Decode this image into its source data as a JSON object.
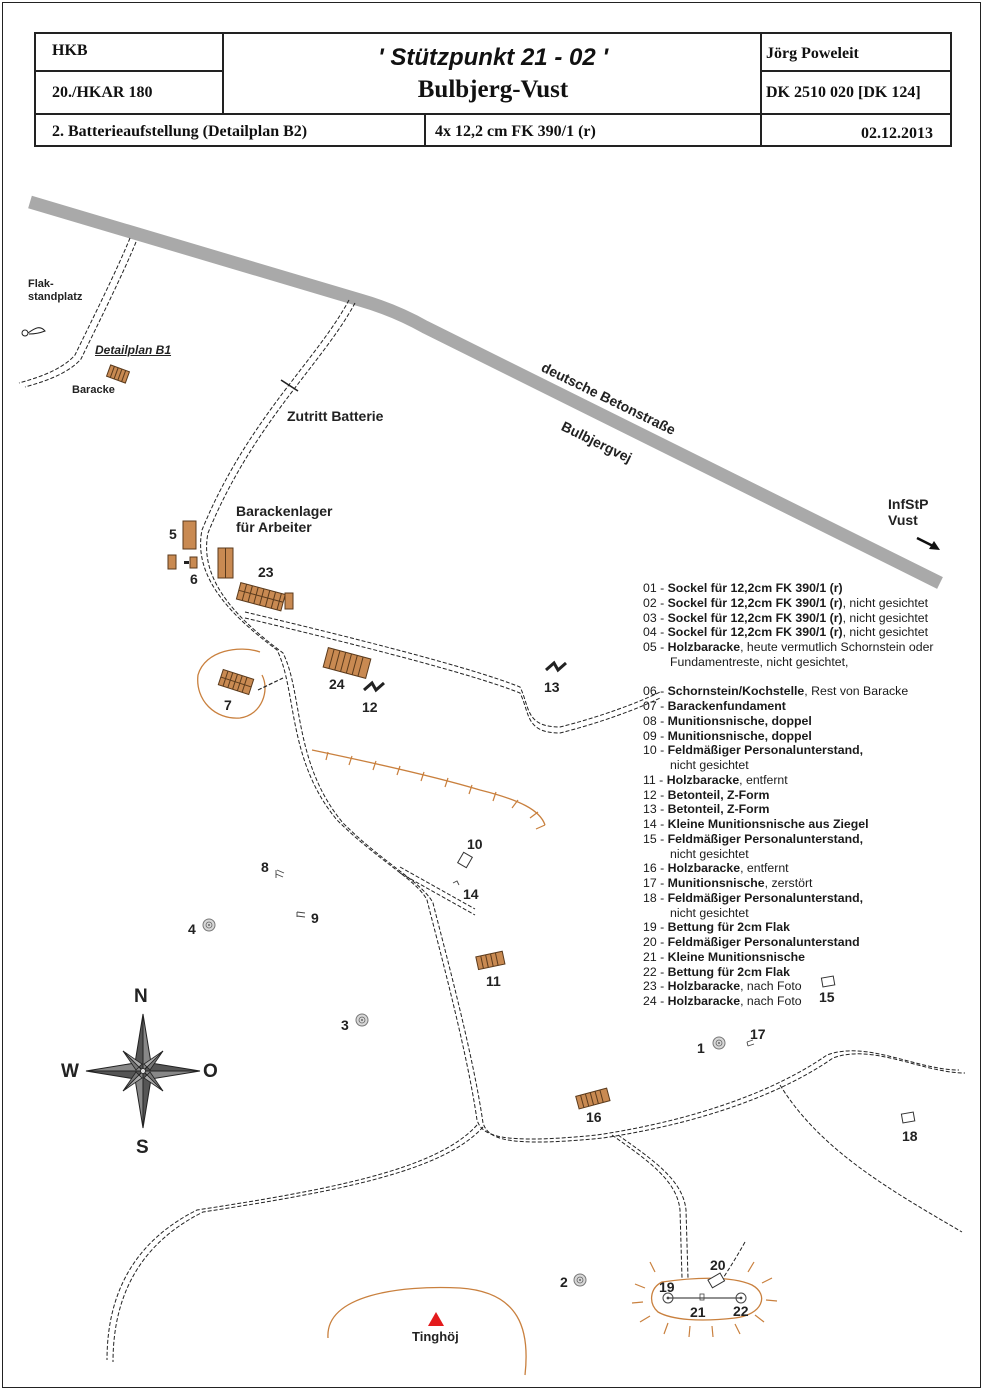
{
  "header": {
    "unit": "HKB",
    "regiment": "20./HKAR 180",
    "title": "' Stützpunkt 21 - 02 '",
    "location": "Bulbjerg-Vust",
    "author": "Jörg Poweleit",
    "reference": "DK 2510 020  [DK 124]",
    "section": "2. Batterieaufstellung (Detailplan B2)",
    "armament": "4x 12,2 cm FK 390/1 (r)",
    "date": "02.12.2013"
  },
  "map_labels": {
    "road_name_1": "deutsche Betonstraße",
    "road_name_2": "Bulbjergvej",
    "flak_line1": "Flak-",
    "flak_line2": "standplatz",
    "detail_b1": "Detailplan B1",
    "baracke": "Baracke",
    "access": "Zutritt Batterie",
    "camp_line1": "Barackenlager",
    "camp_line2": "für Arbeiter",
    "infstp_line1": "InfStP",
    "infstp_line2": "Vust",
    "hill": "Tinghöj"
  },
  "features": [
    {
      "n": "1"
    },
    {
      "n": "2"
    },
    {
      "n": "3"
    },
    {
      "n": "4"
    },
    {
      "n": "5"
    },
    {
      "n": "6"
    },
    {
      "n": "7"
    },
    {
      "n": "8"
    },
    {
      "n": "9"
    },
    {
      "n": "10"
    },
    {
      "n": "11"
    },
    {
      "n": "12"
    },
    {
      "n": "13"
    },
    {
      "n": "14"
    },
    {
      "n": "15"
    },
    {
      "n": "16"
    },
    {
      "n": "17"
    },
    {
      "n": "18"
    },
    {
      "n": "19"
    },
    {
      "n": "20"
    },
    {
      "n": "21"
    },
    {
      "n": "22"
    },
    {
      "n": "23"
    },
    {
      "n": "24"
    }
  ],
  "compass": {
    "n": "N",
    "s": "S",
    "w": "W",
    "o": "O"
  },
  "legend": [
    {
      "code": "01 - ",
      "bold": "Sockel für 12,2cm FK 390/1 (r)",
      "rest": ""
    },
    {
      "code": "02 - ",
      "bold": "Sockel für 12,2cm FK 390/1 (r)",
      "rest": ", nicht gesichtet"
    },
    {
      "code": "03 - ",
      "bold": "Sockel für 12,2cm FK 390/1 (r)",
      "rest": ", nicht gesichtet"
    },
    {
      "code": "04 - ",
      "bold": "Sockel für 12,2cm FK 390/1 (r)",
      "rest": ", nicht gesichtet"
    },
    {
      "code": "05 - ",
      "bold": "Holzbaracke",
      "rest": ", heute vermutlich Schornstein oder"
    },
    {
      "code": "",
      "bold": "",
      "rest": "Fundamentreste, nicht gesichtet,",
      "indent": true
    },
    {
      "code": "",
      "bold": "",
      "rest": "",
      "spacer": true
    },
    {
      "code": "06 - ",
      "bold": "Schornstein/Kochstelle",
      "rest": ", Rest von Baracke"
    },
    {
      "code": "07 - ",
      "bold": "Barackenfundament",
      "rest": ""
    },
    {
      "code": "08 - ",
      "bold": "Munitionsnische, doppel",
      "rest": ""
    },
    {
      "code": "09 - ",
      "bold": "Munitionsnische, doppel",
      "rest": ""
    },
    {
      "code": "10 - ",
      "bold": "Feldmäßiger Personalunterstand,",
      "rest": ""
    },
    {
      "code": "",
      "bold": "",
      "rest": "nicht gesichtet",
      "indent": true
    },
    {
      "code": "11 - ",
      "bold": "Holzbaracke",
      "rest": ", entfernt"
    },
    {
      "code": "12 - ",
      "bold": "Betonteil, Z-Form",
      "rest": ""
    },
    {
      "code": "13 - ",
      "bold": "Betonteil, Z-Form",
      "rest": ""
    },
    {
      "code": "14 - ",
      "bold": "Kleine Munitionsnische aus Ziegel",
      "rest": ""
    },
    {
      "code": "15 - ",
      "bold": "Feldmäßiger Personalunterstand,",
      "rest": ""
    },
    {
      "code": "",
      "bold": "",
      "rest": "nicht gesichtet",
      "indent": true
    },
    {
      "code": "16 - ",
      "bold": "Holzbaracke",
      "rest": ", entfernt"
    },
    {
      "code": "17 - ",
      "bold": "Munitionsnische",
      "rest": ", zerstört"
    },
    {
      "code": "18 - ",
      "bold": "Feldmäßiger Personalunterstand,",
      "rest": ""
    },
    {
      "code": "",
      "bold": "",
      "rest": "nicht gesichtet",
      "indent": true
    },
    {
      "code": "19 - ",
      "bold": "Bettung für 2cm Flak",
      "rest": ""
    },
    {
      "code": "20 - ",
      "bold": "Feldmäßiger Personalunterstand",
      "rest": ""
    },
    {
      "code": "21 - ",
      "bold": "Kleine Munitionsnische",
      "rest": ""
    },
    {
      "code": "22 - ",
      "bold": "Bettung für 2cm Flak",
      "rest": ""
    },
    {
      "code": "23 - ",
      "bold": "Holzbaracke",
      "rest": ", nach Foto"
    },
    {
      "code": "24 - ",
      "bold": "Holzbaracke",
      "rest": ", nach Foto"
    }
  ],
  "colors": {
    "barrack_fill": "#c98a52",
    "barrack_stroke": "#5a3a1c",
    "contour": "#c9803e",
    "road": "#a9a9a9",
    "summit_marker": "#e31a1c"
  }
}
